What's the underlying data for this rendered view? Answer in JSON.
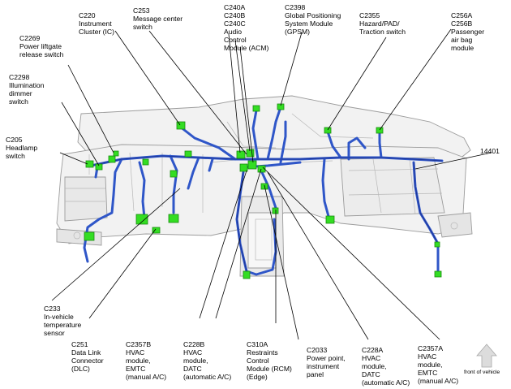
{
  "colors": {
    "harness": "#2f56c8",
    "harness_dark": "#1b2f8c",
    "connector": "#33dd22",
    "connector_dark": "#1a8a10",
    "panel_fill": "#f2f2f2",
    "panel_stroke": "#9c9c9c",
    "leader": "#000000",
    "arrow_fill": "#dcdcdc"
  },
  "labels": {
    "c220": "C220\nInstrument\nCluster (IC)",
    "c253": "C253\nMessage center\nswitch",
    "c240": "C240A\nC240B\nC240C\nAudio\nControl\nModule (ACM)",
    "c2398": "C2398\nGlobal Positioning\nSystem Module\n(GPSM)",
    "c2355": "C2355\nHazard/PAD/\nTraction switch",
    "c256": "C256A\nC256B\nPassenger\nair bag\nmodule",
    "c2269": "C2269\nPower liftgate\nrelease switch",
    "c2298": "C2298\nIllumination\ndimmer\nswitch",
    "c205": "C205\nHeadlamp\nswitch",
    "h14401": "14401",
    "c233": "C233\nIn-vehicle\ntemperature\nsensor",
    "c251": "C251\nData Link\nConnector\n(DLC)",
    "c2357b": "C2357B\nHVAC\nmodule,\nEMTC\n(manual A/C)",
    "c228b": "C228B\nHVAC\nmodule,\nDATC\n(automatic A/C)",
    "c310a": "C310A\nRestraints\nControl\nModule (RCM)\n(Edge)",
    "c2033": "C2033\nPower point,\ninstrument\npanel",
    "c228a": "C228A\nHVAC\nmodule,\nDATC\n(automatic A/C)",
    "c2357a": "C2357A\nHVAC\nmodule,\nEMTC\n(manual A/C)"
  },
  "front_of_vehicle": "front of vehicle"
}
